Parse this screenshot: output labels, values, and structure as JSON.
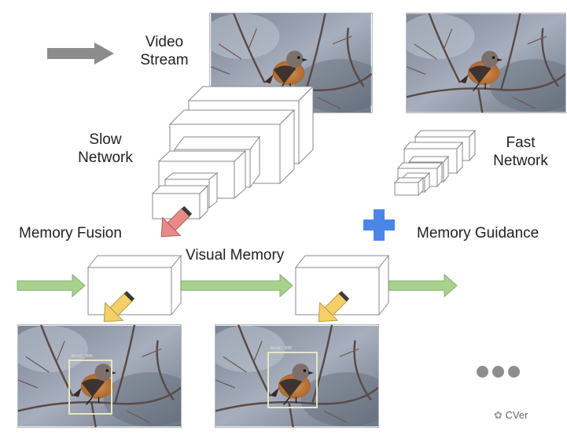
{
  "labels": {
    "video_stream": "Video\nStream",
    "slow_network": "Slow\nNetwork",
    "fast_network": "Fast\nNetwork",
    "memory_fusion": "Memory Fusion",
    "visual_memory": "Visual Memory",
    "memory_guidance": "Memory Guidance"
  },
  "detections": [
    {
      "tag": "Bird: 99%"
    },
    {
      "tag": "Bird: 99%"
    }
  ],
  "watermark": "CVer",
  "colors": {
    "flow_arrow": "#a9d18e",
    "stream_arrow": "#8c8c8c",
    "fusion_arrow": "#e88b88",
    "output_arrow": "#f4cf6a",
    "plus": "#4a86e8"
  }
}
